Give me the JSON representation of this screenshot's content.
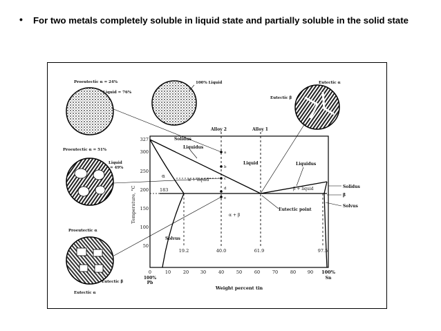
{
  "slide": {
    "bullet": "•",
    "text": "For two metals completely soluble in liquid state and partially soluble in the solid state"
  },
  "diagram": {
    "x_axis": {
      "label": "Weight percent tin",
      "ticks": [
        "0",
        "10",
        "20",
        "30",
        "40",
        "50",
        "60",
        "70",
        "80",
        "90",
        "100%"
      ],
      "left_end": [
        "100%",
        "Pb"
      ],
      "right_end": "Sn"
    },
    "y_axis": {
      "label": "Temperature, °C",
      "ticks": [
        "327",
        "300",
        "250",
        "200",
        "150",
        "100",
        "50"
      ]
    },
    "key_values": {
      "eutectic_temp": "183",
      "c_alpha": "19.2",
      "c_e": "61.9",
      "c_beta": "97.5",
      "alloy_comp": "40.0"
    },
    "region_labels": {
      "solidus": "Solidus",
      "liquidus_left": "Liquidus",
      "liquid": "Liquid",
      "liquidus_right": "Liquidus",
      "alpha": "α",
      "alpha_liquid": "α + liquid",
      "beta_liquid": "β + liquid",
      "alpha_beta": "α + β",
      "solvus": "Solvus",
      "eutectic_point": "Eutectic point",
      "alloy2": "Alloy 2",
      "alloy1": "Alloy 1",
      "right_solidus": "Solidus",
      "right_beta": "β",
      "right_solvus": "Solvus"
    },
    "point_labels": [
      "a",
      "b",
      "c",
      "d",
      "e"
    ],
    "microstructures": {
      "left_top": {
        "line1": "Proeutectic α = 24%",
        "line2": "Liquid = 76%"
      },
      "left_mid": {
        "line1": "Proeutectic α = 51%",
        "line2": "Liquid",
        "line3": "= 49%"
      },
      "left_bottom": {
        "line1": "Proeutectic α",
        "line2": "Eutectic β",
        "line3": "Eutectic α"
      },
      "center_top": {
        "line1": "100% Liquid"
      },
      "right_top": {
        "line1": "Eutectic α",
        "line2": "Eutectic β"
      }
    }
  }
}
